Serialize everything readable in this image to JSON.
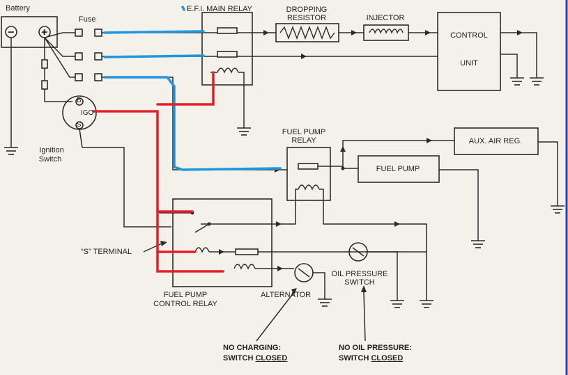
{
  "labels": {
    "battery": "Battery",
    "fuse": "Fuse",
    "efi_main_relay": "E.F.I. MAIN RELAY",
    "dropping_resistor_line1": "DROPPING",
    "dropping_resistor_line2": "RESISTOR",
    "injector": "INJECTOR",
    "control_unit_line1": "CONTROL",
    "control_unit_line2": "UNIT",
    "ignition_switch_line1": "Ignition",
    "ignition_switch_line2": "Switch",
    "switch_b": "B",
    "switch_igo": "IGO",
    "switch_s": "S",
    "fuel_pump_relay_line1": "FUEL PUMP",
    "fuel_pump_relay_line2": "RELAY",
    "aux_air_reg": "AUX. AIR REG.",
    "fuel_pump": "FUEL PUMP",
    "s_terminal": "“S” TERMINAL",
    "fuel_pump_control_relay_line1": "FUEL PUMP",
    "fuel_pump_control_relay_line2": "CONTROL RELAY",
    "alternator": "ALTERNATOR",
    "oil_pressure_switch_line1": "OIL PRESSURE",
    "oil_pressure_switch_line2": "SWITCH",
    "no_charging_line1": "NO CHARGING:",
    "no_charging_line2_prefix": "SWITCH ",
    "no_charging_line2_emph": "CLOSED",
    "no_oil_line1": "NO OIL PRESSURE:",
    "no_oil_line2_prefix": "SWITCH ",
    "no_oil_line2_emph": "CLOSED",
    "battery_minus": "−",
    "battery_plus": "+"
  },
  "colors": {
    "wire": "#2b2b2b",
    "highlight_blue": "#1e96e0",
    "highlight_red": "#e3202a",
    "background": "#f4f1ea",
    "right_border": "#2a3fb0"
  }
}
